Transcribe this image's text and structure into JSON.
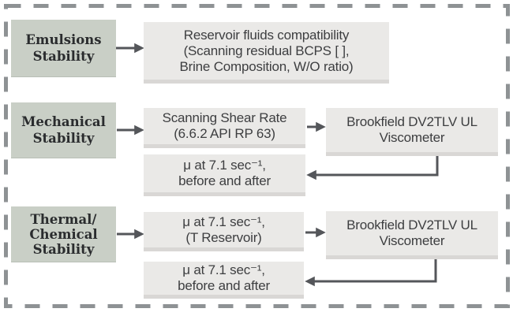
{
  "colors": {
    "background": "#ffffff",
    "border": "#8e9294",
    "label_box_bg": "#c9cfc6",
    "label_box_text": "#2a2c2e",
    "process_box_bg": "#eae9e7",
    "process_box_shadow": "#d9d7d5",
    "process_box_text": "#3d3e40",
    "arrow": "#54565a"
  },
  "rows": [
    {
      "name": "emulsions-stability",
      "label": {
        "lines": [
          "Emulsions",
          "Stability"
        ]
      },
      "step": {
        "lines": [
          "Reservoir fluids compatibility",
          "(Scanning residual BCPS [ ],",
          "Brine Composition, W/O ratio)"
        ]
      }
    },
    {
      "name": "mechanical-stability",
      "label": {
        "lines": [
          "Mechanical",
          "Stability"
        ]
      },
      "step": {
        "lines": [
          "Scanning Shear Rate",
          "(6.6.2 API RP 63)"
        ]
      },
      "instrument": {
        "lines": [
          "Brookfield DV2TLV UL",
          "Viscometer"
        ]
      },
      "result": {
        "lines": [
          "μ at 7.1 sec⁻¹,",
          "before and after"
        ]
      }
    },
    {
      "name": "thermal-chemical-stability",
      "label": {
        "lines": [
          "Thermal/",
          "Chemical",
          "Stability"
        ]
      },
      "step": {
        "lines": [
          "μ at 7.1 sec⁻¹,",
          "(T Reservoir)"
        ]
      },
      "instrument": {
        "lines": [
          "Brookfield DV2TLV UL",
          "Viscometer"
        ]
      },
      "result": {
        "lines": [
          "μ at 7.1 sec⁻¹,",
          "before and after"
        ]
      }
    }
  ]
}
